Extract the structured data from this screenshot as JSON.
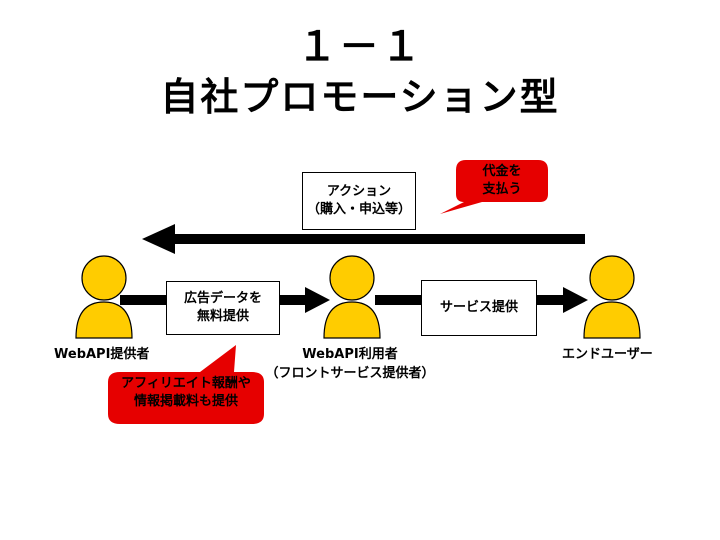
{
  "title": {
    "number": "１－１",
    "main": "自社プロモーション型"
  },
  "actors": {
    "provider": "WebAPI提供者",
    "user_name": "WebAPI利用者",
    "user_sub": "（フロントサービス提供者）",
    "end_user": "エンドユーザー"
  },
  "boxes": {
    "action_line1": "アクション",
    "action_line2": "（購入・申込等）",
    "ad_line1": "広告データを",
    "ad_line2": "無料提供",
    "service": "サービス提供"
  },
  "callouts": {
    "payment_line1": "代金を",
    "payment_line2": "支払う",
    "affiliate_line1": "アフィリエイト報酬や",
    "affiliate_line2": "情報掲載料も提供"
  },
  "colors": {
    "person_fill": "#FFCC00",
    "callout_fill": "#E60000",
    "arrow": "#000000"
  }
}
